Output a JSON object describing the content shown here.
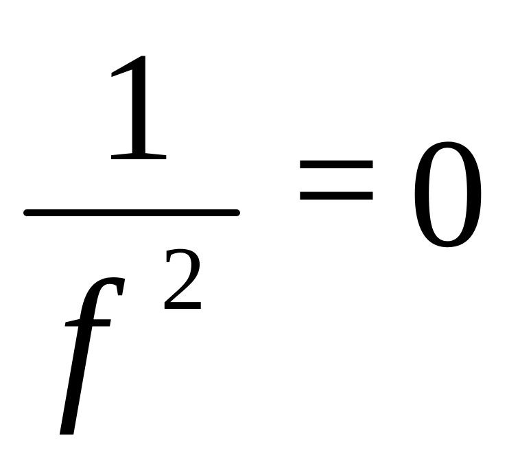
{
  "equation": {
    "numerator": "1",
    "denominator_base": "f",
    "denominator_exponent": "2",
    "operator": "=",
    "rhs": "0"
  }
}
